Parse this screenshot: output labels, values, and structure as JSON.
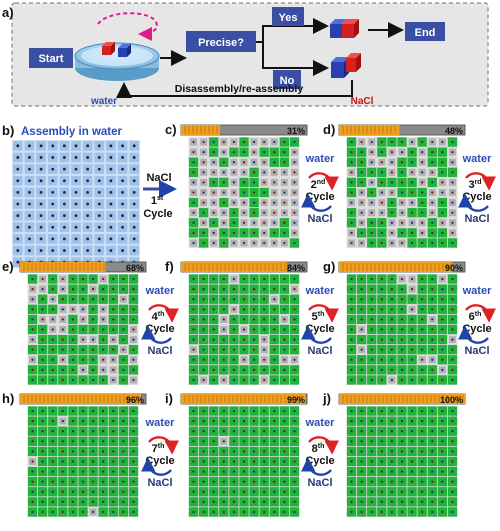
{
  "flow": {
    "panel_label": "a)",
    "start": "Start",
    "precise": "Precise?",
    "yes": "Yes",
    "no": "No",
    "end": "End",
    "loop": "Disassembly/re-assembly",
    "water": "water",
    "nacl": "NaCl"
  },
  "colors": {
    "box_blue": "#3a4fa3",
    "grid_green": "#22b33a",
    "tile_gray": "#b0b0b0",
    "progress_orange": "#f0a020",
    "progress_gray": "#8a8a8a",
    "arrow_red": "#dd2222",
    "arrow_blue": "#2244aa",
    "nacl_red": "#cc1111",
    "water_blue": "#2a4bb8",
    "panel_bg": "#e6e6e6"
  },
  "panel_b": {
    "label": "b)",
    "title": "Assembly in water",
    "arrow_top": "NaCl",
    "arrow_num": "1",
    "arrow_sup": "st",
    "arrow_bottom": "Cycle"
  },
  "panels": [
    {
      "label": "c)",
      "percent": "31%",
      "progress": 0.31
    },
    {
      "label": "d)",
      "percent": "48%",
      "progress": 0.48
    },
    {
      "label": "e)",
      "percent": "68%",
      "progress": 0.68
    },
    {
      "label": "f)",
      "percent": "84%",
      "progress": 0.84
    },
    {
      "label": "g)",
      "percent": "90%",
      "progress": 0.9
    },
    {
      "label": "h)",
      "percent": "96%",
      "progress": 0.96
    },
    {
      "label": "i)",
      "percent": "99%",
      "progress": 0.99
    },
    {
      "label": "j)",
      "percent": "100%",
      "progress": 1.0
    }
  ],
  "cycles": [
    {
      "top": "water",
      "num": "2",
      "sup": "nd",
      "word": "Cycle",
      "bottom": "NaCl"
    },
    {
      "top": "water",
      "num": "3",
      "sup": "rd",
      "word": "Cycle",
      "bottom": "NaCl"
    },
    {
      "top": "water",
      "num": "4",
      "sup": "th",
      "word": "Cycle",
      "bottom": "NaCl"
    },
    {
      "top": "water",
      "num": "5",
      "sup": "th",
      "word": "Cycle",
      "bottom": "NaCl"
    },
    {
      "top": "water",
      "num": "6",
      "sup": "th",
      "word": "Cycle",
      "bottom": "NaCl"
    },
    {
      "top": "water",
      "num": "7",
      "sup": "th",
      "word": "Cycle",
      "bottom": "NaCl"
    },
    {
      "top": "water",
      "num": "8",
      "sup": "th",
      "word": "Cycle",
      "bottom": "NaCl"
    }
  ]
}
